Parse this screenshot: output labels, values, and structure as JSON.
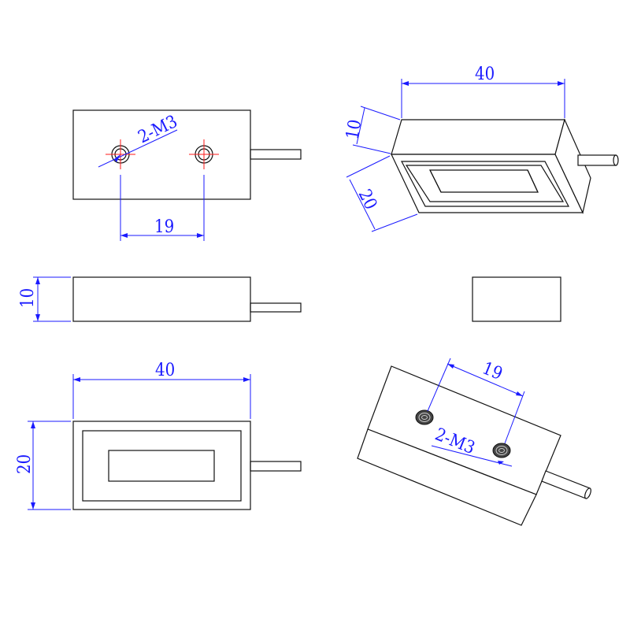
{
  "colors": {
    "outline": "#111111",
    "dimension": "#1a1aff",
    "centerline": "#ff1a1a",
    "background": "#ffffff"
  },
  "top_view": {
    "thread_callout": "2-M3",
    "hole_spacing": "19"
  },
  "iso_view_top": {
    "length": "40",
    "height": "10",
    "width": "20"
  },
  "front_view": {
    "height": "10"
  },
  "bottom_view": {
    "length": "40",
    "width": "20"
  },
  "iso_view_bottom": {
    "hole_spacing": "19",
    "thread_callout": "2-M3"
  }
}
